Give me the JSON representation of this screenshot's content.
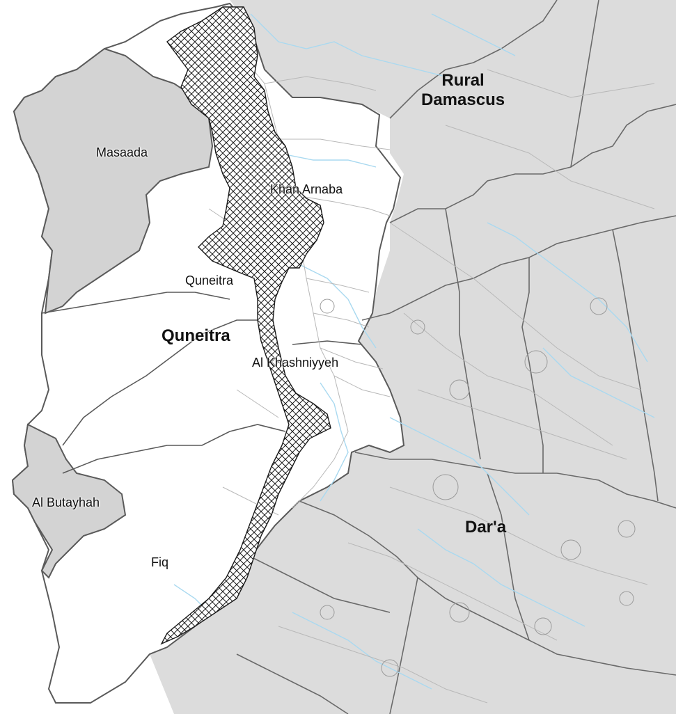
{
  "map": {
    "colors": {
      "background": "#ffffff",
      "neighbor_fill": "#dcdcdc",
      "grey_subdistrict_fill": "#d3d3d3",
      "white_subdistrict_fill": "#ffffff",
      "border_stroke": "#5a5a5a",
      "water": "#a9d9f0",
      "roads": "#b8b8b8",
      "hatch": "#1a1a1a"
    },
    "governorate_labels": {
      "rural_damascus_line1": "Rural",
      "rural_damascus_line2": "Damascus",
      "quneitra": "Quneitra",
      "daraa": "Dar'a"
    },
    "subdistrict_labels": {
      "masaada": "Masaada",
      "khan_arnaba": "Khan Arnaba",
      "quneitra": "Quneitra",
      "al_khashniyyeh": "Al Khashniyyeh",
      "al_butayhah": "Al Butayhah",
      "fiq": "Fiq"
    }
  }
}
